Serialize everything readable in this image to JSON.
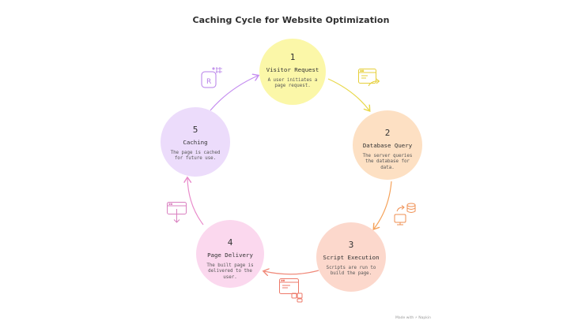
{
  "title": "Caching Cycle for Website Optimization",
  "steps": [
    {
      "num": "1",
      "name": "Visitor Request",
      "desc": "A user initiates a page request.",
      "color": "#fbf7a8",
      "icon": "browser-redirect-icon"
    },
    {
      "num": "2",
      "name": "Database Query",
      "desc": "The server queries the database for data.",
      "color": "#fde0c3",
      "icon": "database-transfer-icon"
    },
    {
      "num": "3",
      "name": "Script Execution",
      "desc": "Scripts are run to build the page.",
      "color": "#fcd8cc",
      "icon": "script-window-icon"
    },
    {
      "num": "4",
      "name": "Page Delivery",
      "desc": "The built page is delivered to the user.",
      "color": "#fbd8ee",
      "icon": "download-window-icon"
    },
    {
      "num": "5",
      "name": "Caching",
      "desc": "The page is cached for future use.",
      "color": "#ecdcfb",
      "icon": "cache-database-icon"
    }
  ],
  "arrow_colors": {
    "1-2": "#e8d84a",
    "2-3": "#f5a25a",
    "3-4": "#f08a7a",
    "4-5": "#e98ccb",
    "5-1": "#c58ef0"
  },
  "credit": "Made with ⚡ Napkin"
}
